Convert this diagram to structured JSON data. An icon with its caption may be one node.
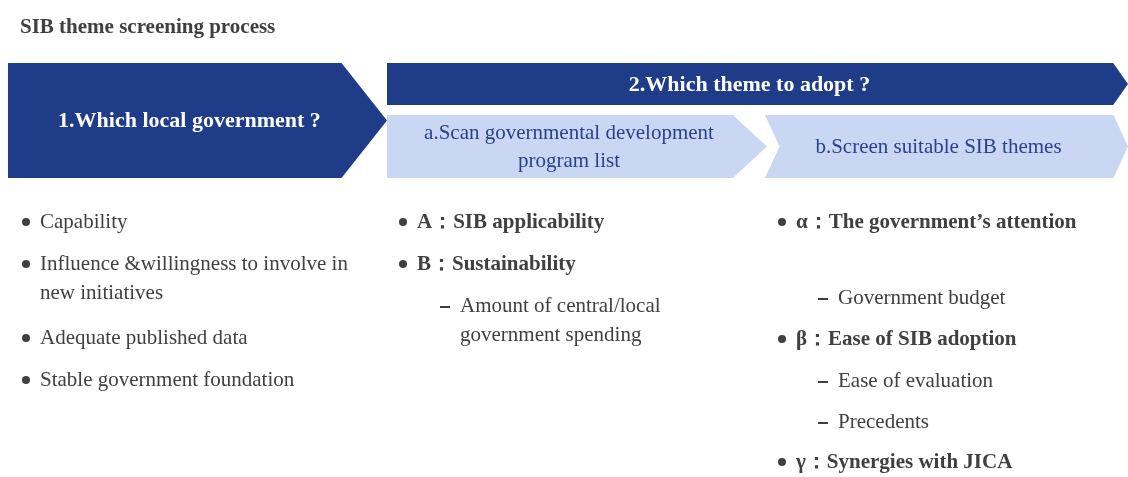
{
  "diagram": {
    "title": "SIB theme screening process",
    "nodes": [
      {
        "text": [
          "1.Which local government ?"
        ]
      },
      {
        "text": [
          "2.Which theme to adopt ?"
        ]
      },
      {
        "text": [
          "a.Scan governmental development program list"
        ]
      },
      {
        "text": [
          "b.Screen suitable SIB themes"
        ]
      }
    ],
    "labels": [
      "Capability",
      "Influence &willingness to involve in new initiatives",
      "Adequate published data",
      "Stable government foundation",
      "A：SIB applicability",
      "B：Sustainability",
      "Amount of central/local government spending",
      "α：The government’s attention",
      "Government budget",
      "β：Ease of SIB adoption",
      "Ease of evaluation",
      "Precedents",
      "γ：Synergies with JICA"
    ]
  }
}
